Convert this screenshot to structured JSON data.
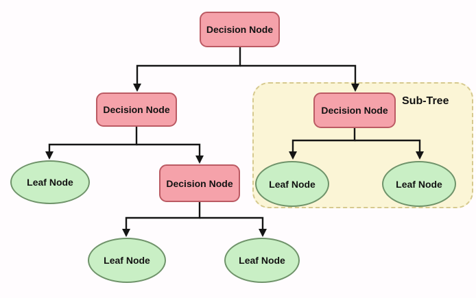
{
  "colors": {
    "background": "#fffcfe",
    "decision_fill": "#f5a2aa",
    "decision_border": "#bb5a63",
    "leaf_fill": "#c9efc5",
    "leaf_border": "#6f936a",
    "subtree_fill": "#fbf5d6",
    "subtree_border": "#d6c98e",
    "connector": "#151515",
    "text": "#121212"
  },
  "subtree": {
    "label": "Sub-Tree"
  },
  "nodes": {
    "root": {
      "label": "Decision Node",
      "type": "decision"
    },
    "left_decision": {
      "label": "Decision Node",
      "type": "decision"
    },
    "subtree_decision": {
      "label": "Decision Node",
      "type": "decision"
    },
    "mid_decision": {
      "label": "Decision Node",
      "type": "decision"
    },
    "left_leaf": {
      "label": "Leaf Node",
      "type": "leaf"
    },
    "mid_leaf_left": {
      "label": "Leaf Node",
      "type": "leaf"
    },
    "mid_leaf_right": {
      "label": "Leaf Node",
      "type": "leaf"
    },
    "subtree_leaf_left": {
      "label": "Leaf Node",
      "type": "leaf"
    },
    "subtree_leaf_right": {
      "label": "Leaf Node",
      "type": "leaf"
    }
  },
  "edges": [
    {
      "from": "root",
      "to": "left_decision"
    },
    {
      "from": "root",
      "to": "subtree_decision"
    },
    {
      "from": "left_decision",
      "to": "left_leaf"
    },
    {
      "from": "left_decision",
      "to": "mid_decision"
    },
    {
      "from": "mid_decision",
      "to": "mid_leaf_left"
    },
    {
      "from": "mid_decision",
      "to": "mid_leaf_right"
    },
    {
      "from": "subtree_decision",
      "to": "subtree_leaf_left"
    },
    {
      "from": "subtree_decision",
      "to": "subtree_leaf_right"
    }
  ]
}
